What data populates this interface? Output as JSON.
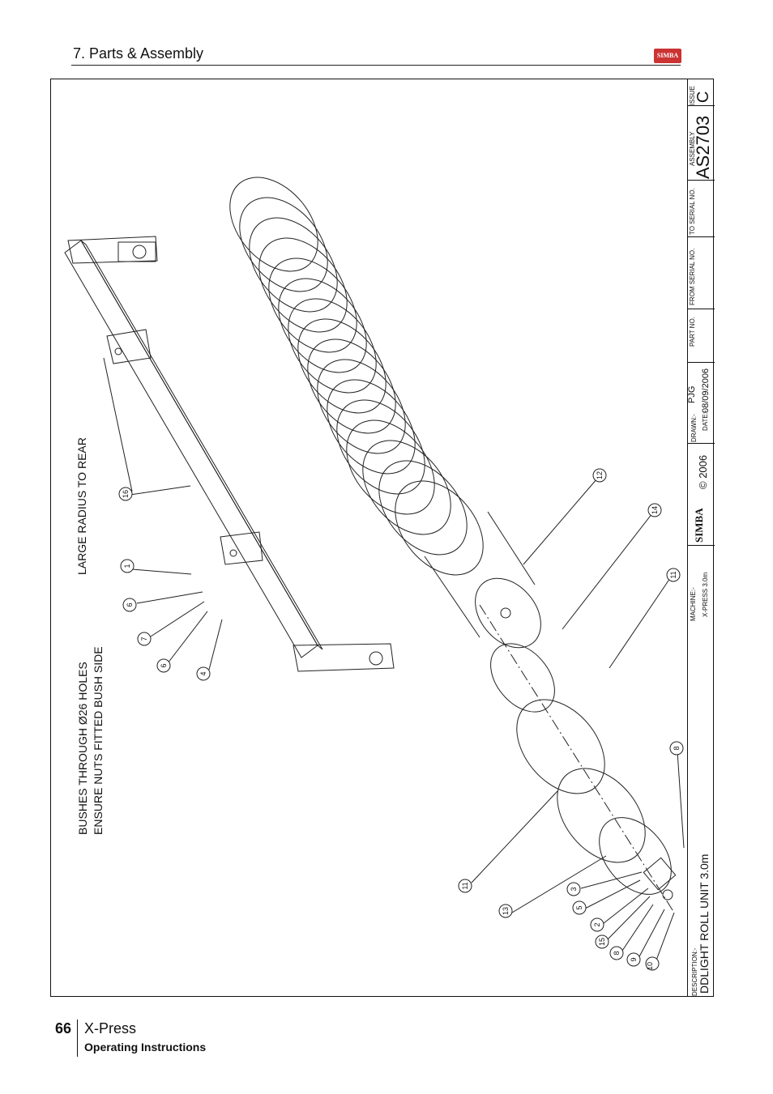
{
  "header": {
    "section": "7. Parts & Assembly",
    "logo_text": "SIMBA"
  },
  "annotations": {
    "radius_note": "LARGE RADIUS TO REAR",
    "bush_note_1": "BUSHES THROUGH Ø26 HOLES",
    "bush_note_2": "ENSURE NUTS FITTED BUSH SIDE"
  },
  "balloons": [
    "16",
    "1",
    "6",
    "7",
    "6",
    "4",
    "12",
    "14",
    "11",
    "8",
    "11",
    "13",
    "3",
    "5",
    "2",
    "15",
    "8",
    "9",
    "10"
  ],
  "title_block": {
    "description_label": "DESCRIPTION:-",
    "description": "DDLIGHT ROLL UNIT 3.0m",
    "machine_label": "MACHINE:-",
    "machine": "X-PRESS 3.0m",
    "brand": "SIMBA",
    "copyright": "© 2006",
    "drawn_label": "DRAWN:-",
    "drawn": "PJG",
    "date_label": "DATE:-",
    "date": "08/09/2006",
    "part_no_label": "PART NO.",
    "from_serial_label": "FROM SERIAL NO.",
    "to_serial_label": "TO SERIAL NO.",
    "assembly_label": "ASSEMBLY",
    "assembly": "AS2703",
    "issue_label": "ISSUE",
    "issue": "C"
  },
  "footer": {
    "page": "66",
    "product": "X-Press",
    "subtitle": "Operating Instructions"
  }
}
